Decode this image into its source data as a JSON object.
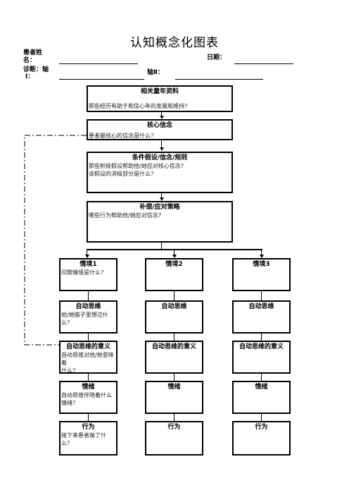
{
  "title": "认知概念化图表",
  "header": {
    "patient_name_label_1": "患者姓",
    "patient_name_label_2": "名：",
    "date_label": "日期：",
    "diagnosis_label": "诊断：轴",
    "axis1_label": "Ⅰ：",
    "axis2_label": "轴Ⅱ："
  },
  "boxes": {
    "childhood": {
      "title": "相关童年资料",
      "question": "那些经历有助于和信心年的发展和维持?"
    },
    "core": {
      "title": "核心信念",
      "question": "患者最核心的信念是什么?"
    },
    "conditional": {
      "title": "条件假设/信念/规则",
      "q1": "那些积极假设帮助他/她应对核心信念?",
      "q2": "该假设的消极部分是什么?"
    },
    "compensatory": {
      "title": "补偿/应对策略",
      "question": "哪些行为帮助他/她应对信念?"
    }
  },
  "columns": [
    {
      "situation": "情境1",
      "situation_q": "问题情境是什么?",
      "auto_thought": "自动思维",
      "auto_thought_q": "他/她脑子里想过什么?",
      "meaning": "自动思维的意义",
      "meaning_q1": "自动思维对他/她意味",
      "meaning_q2": "着",
      "meaning_q3": "什么?",
      "emotion": "情绪",
      "emotion_q": "自动思维伴随着什么情绪?",
      "behavior": "行为",
      "behavior_q1": "接下来患者做了什",
      "behavior_q2": "么?"
    },
    {
      "situation": "情境2",
      "auto_thought": "自动思维",
      "meaning": "自动思维的意义",
      "emotion": "情绪",
      "behavior": "行为"
    },
    {
      "situation": "情境3",
      "auto_thought": "自动思维",
      "meaning": "自动思维的意义",
      "emotion": "情绪",
      "behavior": "行为"
    }
  ]
}
